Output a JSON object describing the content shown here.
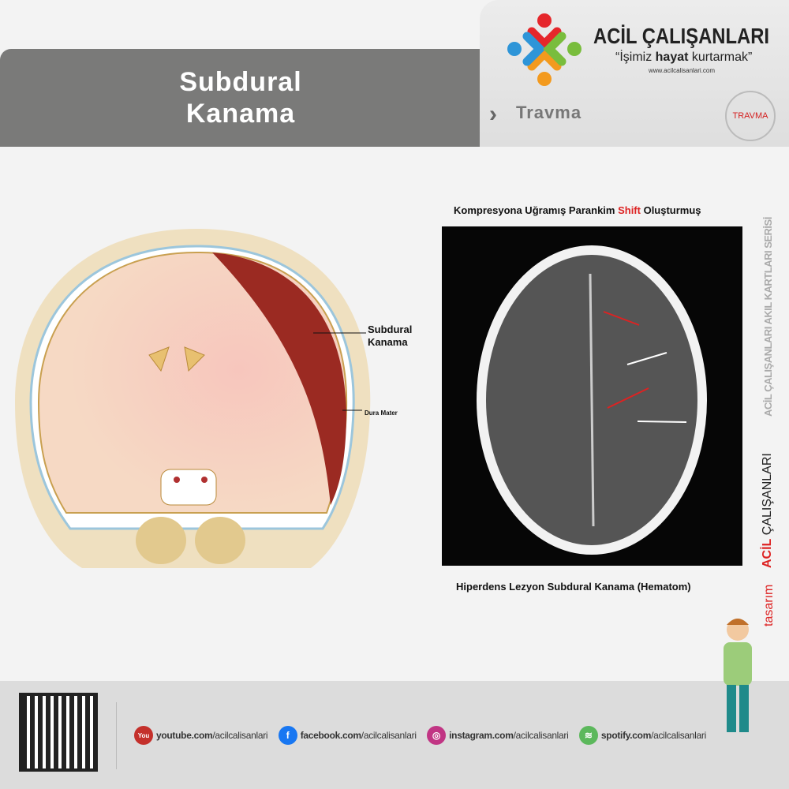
{
  "header": {
    "title_line1": "Subdural",
    "title_line2": "Kanama",
    "brand": "ACİL ÇALIŞANLARI",
    "slogan_pre": "“İşimiz ",
    "slogan_bold": "hayat",
    "slogan_post": " kurtarmak”",
    "url": "www.acilcalisanlari.com",
    "category": "Travma",
    "badge": "TRAVMA"
  },
  "illustration": {
    "label_subdural_1": "Subdural",
    "label_subdural_2": "Kanama",
    "label_dura": "Dura Mater"
  },
  "ct": {
    "caption_top_pre": "Kompresyona Uğramış Parankim ",
    "caption_top_red": "Shift",
    "caption_top_post": " Oluşturmuş",
    "caption_bottom": "Hiperdens Lezyon Subdural Kanama (Hematom)"
  },
  "side": {
    "series": "ACİL ÇALIŞANLARI AKIL KARTLARI SERİSİ",
    "acil": "ACİL",
    "calisanlari": "ÇALIŞANLARI",
    "tasarim": "tasarım"
  },
  "footer": {
    "social": [
      {
        "icon": "youtube-icon",
        "bold": "youtube.com",
        "rest": "/acilcalisanlari",
        "color": "#c4302b",
        "glyph": "You"
      },
      {
        "icon": "facebook-icon",
        "bold": "facebook.com",
        "rest": "/acilcalisanlari",
        "color": "#1877f2",
        "glyph": "f"
      },
      {
        "icon": "instagram-icon",
        "bold": "instagram.com",
        "rest": "/acilcalisanlari",
        "color": "#c13584",
        "glyph": "◎"
      },
      {
        "icon": "spotify-icon",
        "bold": "spotify.com",
        "rest": "/acilcalisanlari",
        "color": "#5cb85c",
        "glyph": "≋"
      }
    ]
  }
}
